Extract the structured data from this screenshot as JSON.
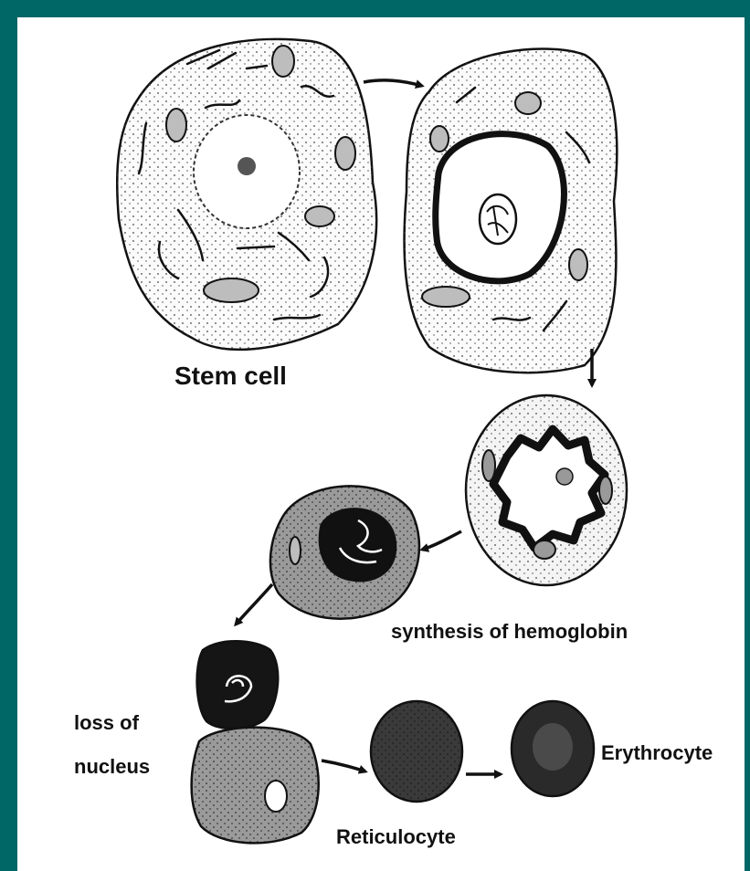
{
  "colors": {
    "border": "#006666",
    "background": "#ffffff",
    "ink": "#111111",
    "gray_cell": "#9a9a9a",
    "dark_cell": "#2e2e2e"
  },
  "labels": {
    "stem_cell": "Stem cell",
    "synthesis": "synthesis of hemoglobin",
    "loss_line1": "loss of",
    "loss_line2": "nucleus",
    "reticulocyte": "Reticulocyte",
    "erythrocyte": "Erythrocyte"
  }
}
